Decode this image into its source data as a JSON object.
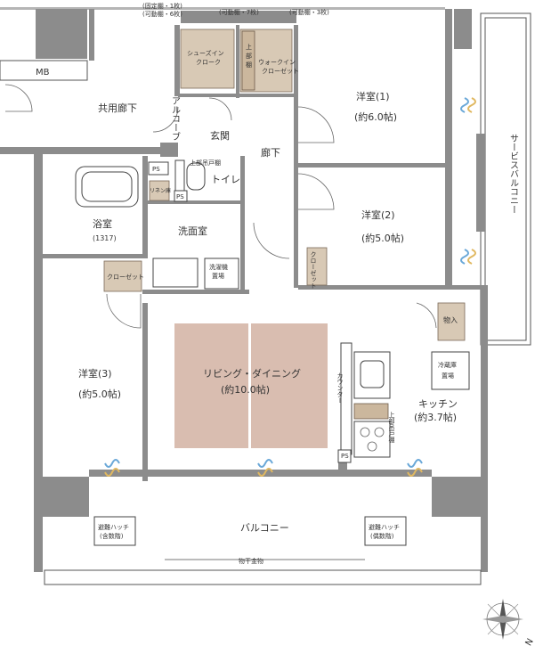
{
  "colors": {
    "wall": "#8c8c8c",
    "living_floor": "#d9bdb0",
    "storage": "#d8c9b5",
    "vent_blue": "#6aa8d8",
    "vent_yellow": "#e0b860"
  },
  "labels": {
    "shelf_fixed": "(固定棚・1枚)",
    "shelf_movable_6": "(可動棚・6枚)",
    "shelf_movable_7": "(可動棚・7枚)",
    "shelf_movable_3": "(可動棚・3枚)",
    "mb": "MB",
    "common_corridor": "共用廊下",
    "alcove": "アルコーブ",
    "shoes_closet_1": "シューズイン",
    "shoes_closet_2": "クローク",
    "upper_shelf_1": "上",
    "upper_shelf_2": "部",
    "upper_shelf_3": "棚",
    "walkin_1": "ウォークイン",
    "walkin_2": "クローゼット",
    "entrance": "玄関",
    "hallway": "廊下",
    "western1_name": "洋室(1)",
    "western1_size": "(約6.0帖)",
    "service_balcony": "サービスバルコニー",
    "ps": "PS",
    "upper_cabinet": "上部吊戸棚",
    "toilet": "トイレ",
    "linen": "リネン庫",
    "western2_name": "洋室(2)",
    "western2_size": "(約5.0帖)",
    "bath_name": "浴室",
    "bath_size": "(1317)",
    "washroom": "洗面室",
    "washer_1": "洗濯機",
    "washer_2": "置場",
    "closet": "クローゼット",
    "storage_small": "物入",
    "western3_name": "洋室(3)",
    "western3_size": "(約5.0帖)",
    "living_name": "リビング・ダイニング",
    "living_size": "(約10.0帖)",
    "counter": "カウンター",
    "fridge_1": "冷蔵庫",
    "fridge_2": "置場",
    "kitchen_name": "キッチン",
    "kitchen_size": "(約3.7帖)",
    "upper_cabinet_2": "上部吊戸棚",
    "balcony": "バルコニー",
    "hatch1_1": "避難ハッチ",
    "hatch1_2": "(含数階)",
    "hatch2_1": "避難ハッチ",
    "hatch2_2": "(偶数階)",
    "laundry_rail": "物干金物",
    "north": "N"
  }
}
